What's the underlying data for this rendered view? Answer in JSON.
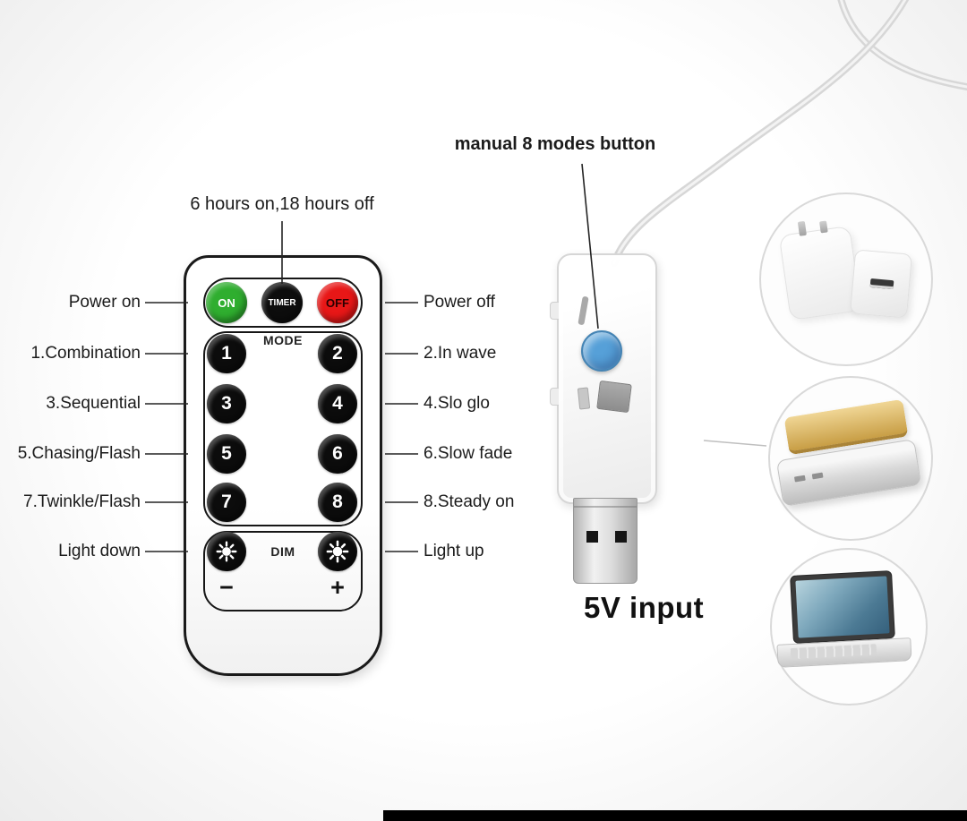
{
  "annotations": {
    "timer_note": "6 hours on,18 hours off",
    "manual_button_note": "manual 8 modes button",
    "power_input_label": "5V input"
  },
  "remote": {
    "power_buttons": [
      {
        "name": "on",
        "label": "ON",
        "color": "#2fae2f"
      },
      {
        "name": "timer",
        "label": "TIMER",
        "color": "#0d0d0d"
      },
      {
        "name": "off",
        "label": "OFF",
        "color": "#e81717"
      }
    ],
    "mode_label": "MODE",
    "mode_buttons": [
      "1",
      "2",
      "3",
      "4",
      "5",
      "6",
      "7",
      "8"
    ],
    "dim_label": "DIM",
    "dim_minus": "−",
    "dim_plus": "+",
    "left_labels": [
      {
        "text": "Power on"
      },
      {
        "text": "1.Combination"
      },
      {
        "text": "3.Sequential"
      },
      {
        "text": "5.Chasing/Flash"
      },
      {
        "text": "7.Twinkle/Flash"
      },
      {
        "text": "Light down"
      }
    ],
    "right_labels": [
      {
        "text": "Power off"
      },
      {
        "text": "2.In wave"
      },
      {
        "text": "4.Slo glo"
      },
      {
        "text": "6.Slow fade"
      },
      {
        "text": "8.Steady on"
      },
      {
        "text": "Light up"
      }
    ]
  },
  "controller": {
    "mode_button_color": "#56a0d8"
  },
  "power_sources": [
    {
      "name": "usb-wall-adapter"
    },
    {
      "name": "power-bank"
    },
    {
      "name": "laptop"
    }
  ]
}
